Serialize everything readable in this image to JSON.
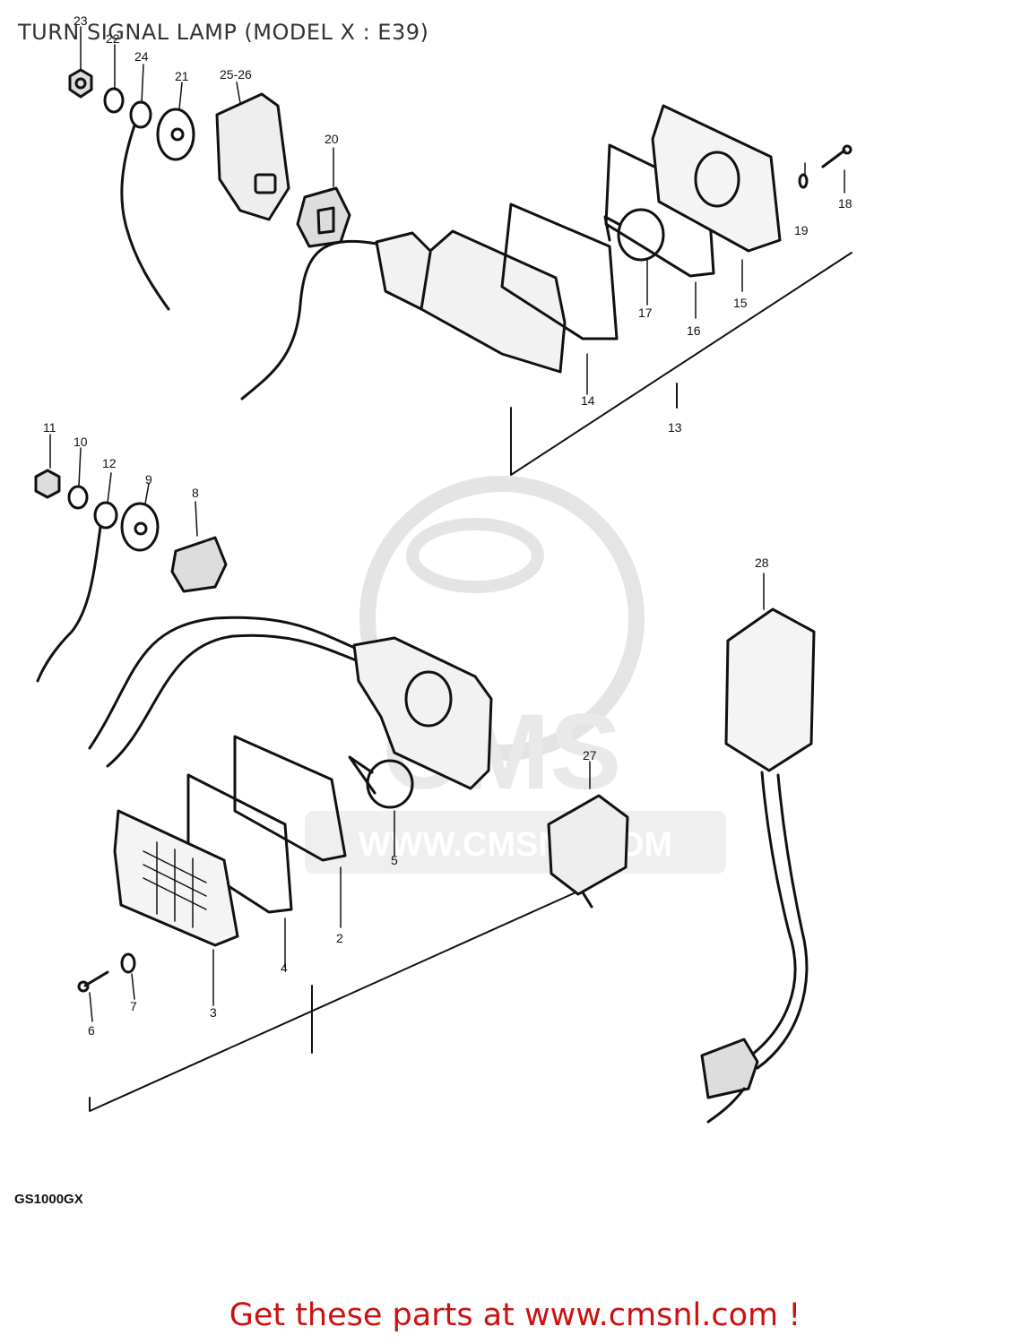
{
  "title": "TURN SIGNAL LAMP (MODEL X : E39)",
  "model": "GS1000GX",
  "footer": "Get these parts at www.cmsnl.com !",
  "watermark": {
    "brand": "CMS",
    "url": "WWW.CMSNL.COM"
  },
  "colors": {
    "footer": "#cc1111",
    "line": "#111111",
    "watermark": "#cfcfcf"
  },
  "callouts": {
    "c23": "23",
    "c22": "22",
    "c24": "24",
    "c21": "21",
    "c25_26": "25-26",
    "c20": "20",
    "c18": "18",
    "c19": "19",
    "c15": "15",
    "c16": "16",
    "c17": "17",
    "c14": "14",
    "c13": "13",
    "c11": "11",
    "c10": "10",
    "c12": "12",
    "c9": "9",
    "c8": "8",
    "c28": "28",
    "c27": "27",
    "c5": "5",
    "c2": "2",
    "c4": "4",
    "c3": "3",
    "c7": "7",
    "c6": "6"
  }
}
